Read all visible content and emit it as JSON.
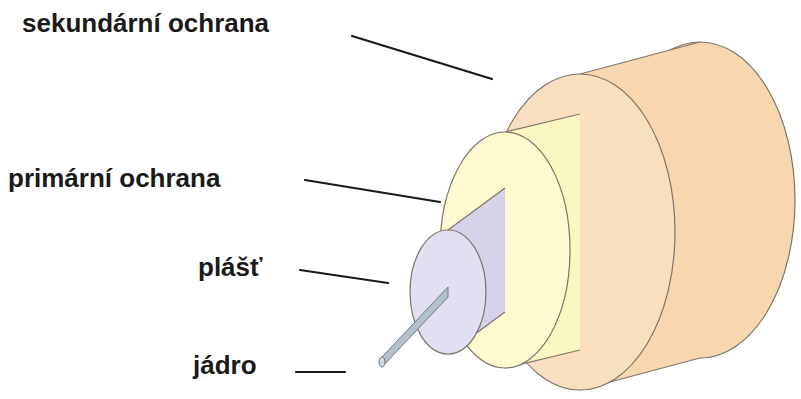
{
  "diagram": {
    "labels": [
      "sekundární ochrana",
      "primární ochrana",
      "plášť",
      "jádro"
    ]
  }
}
